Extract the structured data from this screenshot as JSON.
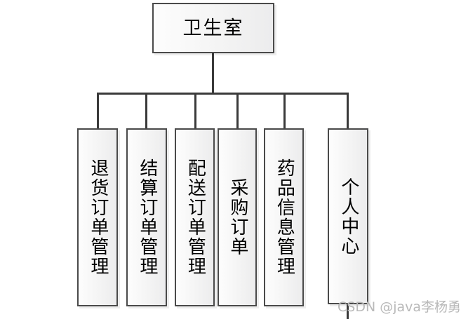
{
  "diagram": {
    "type": "org-chart",
    "root": {
      "label": "卫生室",
      "orientation": "horizontal"
    },
    "children": [
      {
        "label": "退货订单管理",
        "orientation": "vertical"
      },
      {
        "label": "结算订单管理",
        "orientation": "vertical"
      },
      {
        "label": "配送订单管理",
        "orientation": "vertical"
      },
      {
        "label": "采购订单",
        "orientation": "vertical"
      },
      {
        "label": "药品信息管理",
        "orientation": "vertical"
      },
      {
        "label": "个人中心",
        "orientation": "vertical"
      }
    ],
    "colors": {
      "box_border": "#4a4a4a",
      "box_fill": "#f4f4f4",
      "connector": "#3a3a3a",
      "text": "#000000",
      "watermark": "#b9b9b9"
    }
  },
  "watermark": {
    "text": "CSDN @java李杨勇"
  }
}
